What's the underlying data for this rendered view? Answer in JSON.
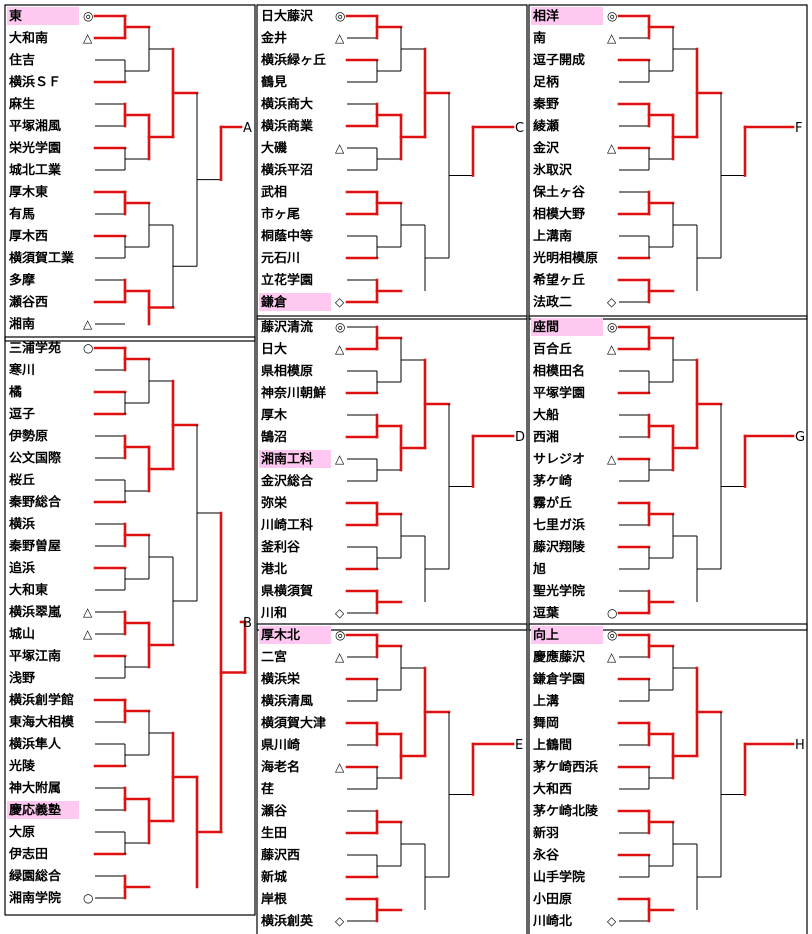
{
  "blocks": [
    {
      "id": "A",
      "rows": [
        "東",
        "大和南",
        "住吉",
        "横浜ＳＦ",
        "麻生",
        "平塚湘風",
        "栄光学園",
        "城北工業",
        "厚木東",
        "有馬",
        "厚木西",
        "横須賀工業",
        "多摩",
        "瀬谷西",
        "湘南"
      ],
      "marks": {
        "0": "◎",
        "1": "△",
        "14": "△"
      },
      "highlight": [
        0
      ]
    },
    {
      "id": "B",
      "rows": [
        "三浦学苑",
        "寒川",
        "橘",
        "逗子",
        "伊勢原",
        "公文国際",
        "桜丘",
        "秦野総合",
        "横浜",
        "秦野曽屋",
        "追浜",
        "大和東",
        "横浜翠嵐",
        "城山",
        "平塚江南",
        "浅野",
        "横浜創学館",
        "東海大相模",
        "横浜隼人",
        "光陵",
        "神大附属",
        "慶応義塾",
        "大原",
        "伊志田",
        "緑園総合",
        "湘南学院"
      ],
      "marks": {
        "0": "○",
        "12": "△",
        "13": "△",
        "25": "○"
      },
      "highlight": [
        21
      ]
    },
    {
      "id": "C",
      "rows": [
        "日大藤沢",
        "金井",
        "横浜緑ヶ丘",
        "鶴見",
        "横浜商大",
        "横浜商業",
        "大磯",
        "横浜平沼",
        "武相",
        "市ヶ尾",
        "桐蔭中等",
        "元石川",
        "立花学園",
        "鎌倉"
      ],
      "marks": {
        "0": "◎",
        "1": "△",
        "6": "△",
        "13": "◇"
      },
      "highlight": [
        13
      ]
    },
    {
      "id": "D",
      "rows": [
        "藤沢清流",
        "日大",
        "県相模原",
        "神奈川朝鮮",
        "厚木",
        "鵠沼",
        "湘南工科",
        "金沢総合",
        "弥栄",
        "川崎工科",
        "釜利谷",
        "港北",
        "県横須賀",
        "川和"
      ],
      "marks": {
        "0": "◎",
        "1": "△",
        "6": "△",
        "13": "◇"
      },
      "highlight": [
        6
      ]
    },
    {
      "id": "E",
      "rows": [
        "厚木北",
        "二宮",
        "横浜栄",
        "横浜清風",
        "横須賀大津",
        "県川崎",
        "海老名",
        "荏",
        "瀬谷",
        "生田",
        "藤沢西",
        "新城",
        "岸根",
        "横浜創英"
      ],
      "marks": {
        "0": "◎",
        "1": "△",
        "6": "△",
        "13": "◇"
      },
      "highlight": [
        0
      ]
    },
    {
      "id": "F",
      "rows": [
        "相洋",
        "南",
        "逗子開成",
        "足柄",
        "秦野",
        "綾瀬",
        "金沢",
        "氷取沢",
        "保土ヶ谷",
        "相模大野",
        "上溝南",
        "光明相模原",
        "希望ヶ丘",
        "法政二"
      ],
      "marks": {
        "0": "◎",
        "1": "△",
        "6": "△",
        "13": "◇"
      },
      "highlight": [
        0
      ]
    },
    {
      "id": "G",
      "rows": [
        "座間",
        "百合丘",
        "相模田名",
        "平塚学園",
        "大船",
        "西湘",
        "サレジオ",
        "茅ケ崎",
        "霧が丘",
        "七里ガ浜",
        "藤沢翔陵",
        "旭",
        "聖光学院",
        "逗葉"
      ],
      "marks": {
        "0": "◎",
        "1": "△",
        "6": "△",
        "13": "○"
      },
      "highlight": [
        0
      ]
    },
    {
      "id": "H",
      "rows": [
        "向上",
        "慶應藤沢",
        "鎌倉学園",
        "上溝",
        "舞岡",
        "上鶴間",
        "茅ケ崎西浜",
        "大和西",
        "茅ケ崎北陵",
        "新羽",
        "永谷",
        "山手学院",
        "小田原",
        "川崎北"
      ],
      "marks": {
        "0": "◎",
        "1": "△",
        "13": "◇"
      },
      "highlight": [
        0
      ]
    }
  ]
}
